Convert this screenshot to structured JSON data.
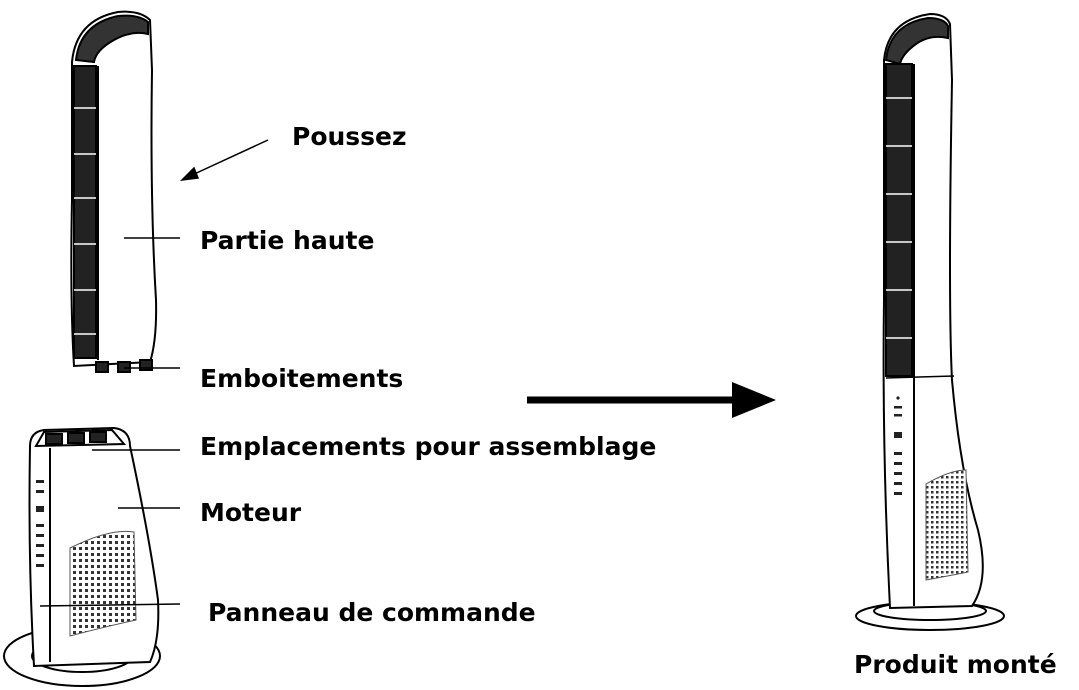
{
  "labels": {
    "push": "Poussez",
    "upper_part": "Partie haute",
    "fittings": "Emboitements",
    "assembly_slots": "Emplacements pour assemblage",
    "motor": "Moteur",
    "control_panel": "Panneau de commande",
    "assembled_product": "Produit monté"
  },
  "colors": {
    "ink": "#000000",
    "paper": "#ffffff"
  }
}
